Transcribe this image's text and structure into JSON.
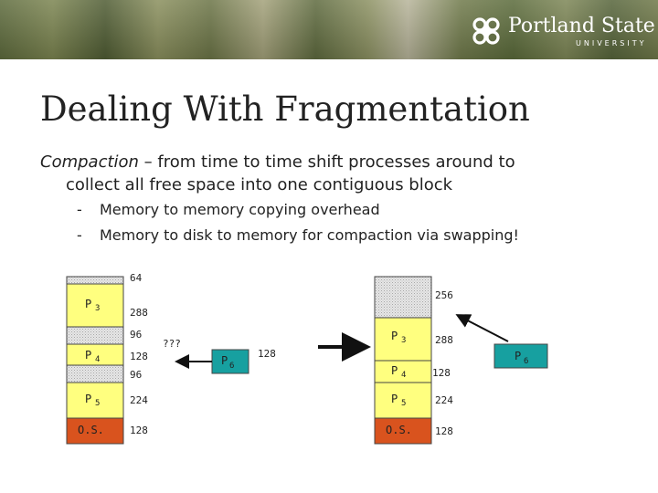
{
  "logo": {
    "name": "Portland State",
    "subtitle": "UNIVERSITY"
  },
  "title": "Dealing With Fragmentation",
  "body": {
    "term": "Compaction",
    "line1_rest": " – from time to time shift processes around to",
    "line2": "collect all free space into one contiguous block",
    "bullets": [
      "Memory to memory copying overhead",
      "Memory to disk to memory for compaction via swapping!"
    ],
    "bullet_marker": "-"
  },
  "colors": {
    "process": "#ffff7f",
    "free": "#d8d8d8",
    "os": "#d9531e",
    "p6": "#17a0a0",
    "border": "#444444"
  },
  "diagram": {
    "left_memory": {
      "sizes": [
        "64",
        "288",
        "96",
        "128",
        "96",
        "224",
        "128"
      ],
      "labels": {
        "p3": "P",
        "p3_sub": "3",
        "p4": "P",
        "p4_sub": "4",
        "p5": "P",
        "p5_sub": "5",
        "os": "O.S."
      }
    },
    "question": "???",
    "p6_box": {
      "label": "P",
      "sub": "6",
      "size": "128"
    },
    "right_memory": {
      "sizes": [
        "256",
        "288",
        "128",
        "224",
        "128"
      ],
      "labels": {
        "p3": "P",
        "p3_sub": "3",
        "p4": "P",
        "p4_sub": "4",
        "p5": "P",
        "p5_sub": "5",
        "os": "O.S."
      }
    },
    "p6_right": {
      "label": "P",
      "sub": "6"
    }
  }
}
